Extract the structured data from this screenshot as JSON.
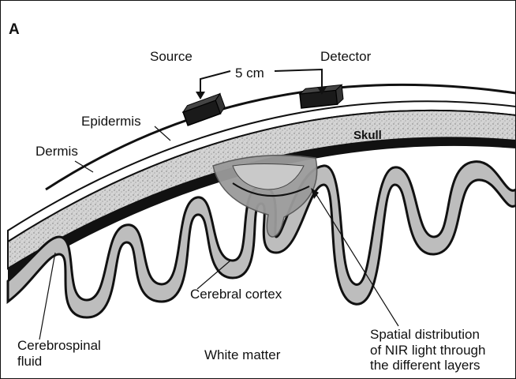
{
  "figure": {
    "panel_letter": "A",
    "labels": {
      "source": "Source",
      "detector": "Detector",
      "distance": "5 cm",
      "epidermis": "Epidermis",
      "dermis": "Dermis",
      "skull": "Skull",
      "cerebral_cortex": "Cerebral cortex",
      "csf_line1": "Cerebrospinal",
      "csf_line2": "fluid",
      "white_matter": "White matter",
      "nir_line1": "Spatial distribution",
      "nir_line2": "of NIR light through",
      "nir_line3": "the different layers"
    },
    "colors": {
      "ink": "#111111",
      "skull_fill": "#cfcfcf",
      "cortex_fill": "#bdbdbd",
      "light_fill": "#9a9a9a",
      "background": "#ffffff"
    }
  }
}
